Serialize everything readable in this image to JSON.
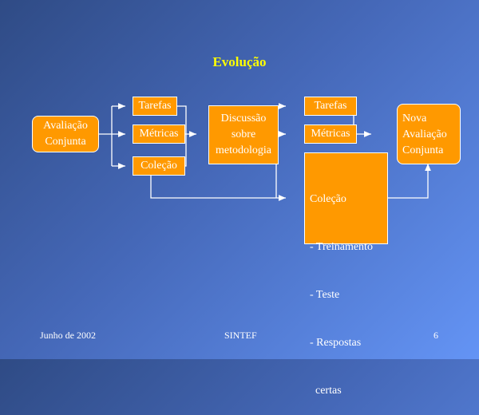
{
  "title": "Evolução",
  "colors": {
    "box": "#ff9900",
    "title": "#ffff00",
    "line": "#ffffff"
  },
  "boxes": {
    "avaliacao": [
      "Avaliação",
      "Conjunta"
    ],
    "tarefas1": "Tarefas",
    "metricas1": "Métricas",
    "colecao1": "Coleção",
    "discussao": [
      "Discussão",
      "sobre",
      "metodologia"
    ],
    "tarefas2": "Tarefas",
    "metricas2": "Métricas",
    "colecao2": [
      "Coleção",
      "- Treinamento",
      "- Teste",
      "- Respostas",
      "  certas"
    ],
    "nova": [
      "Nova",
      "Avaliação",
      "Conjunta"
    ]
  },
  "footer": {
    "date": "Junho de 2002",
    "org": "SINTEF",
    "page": "6"
  }
}
